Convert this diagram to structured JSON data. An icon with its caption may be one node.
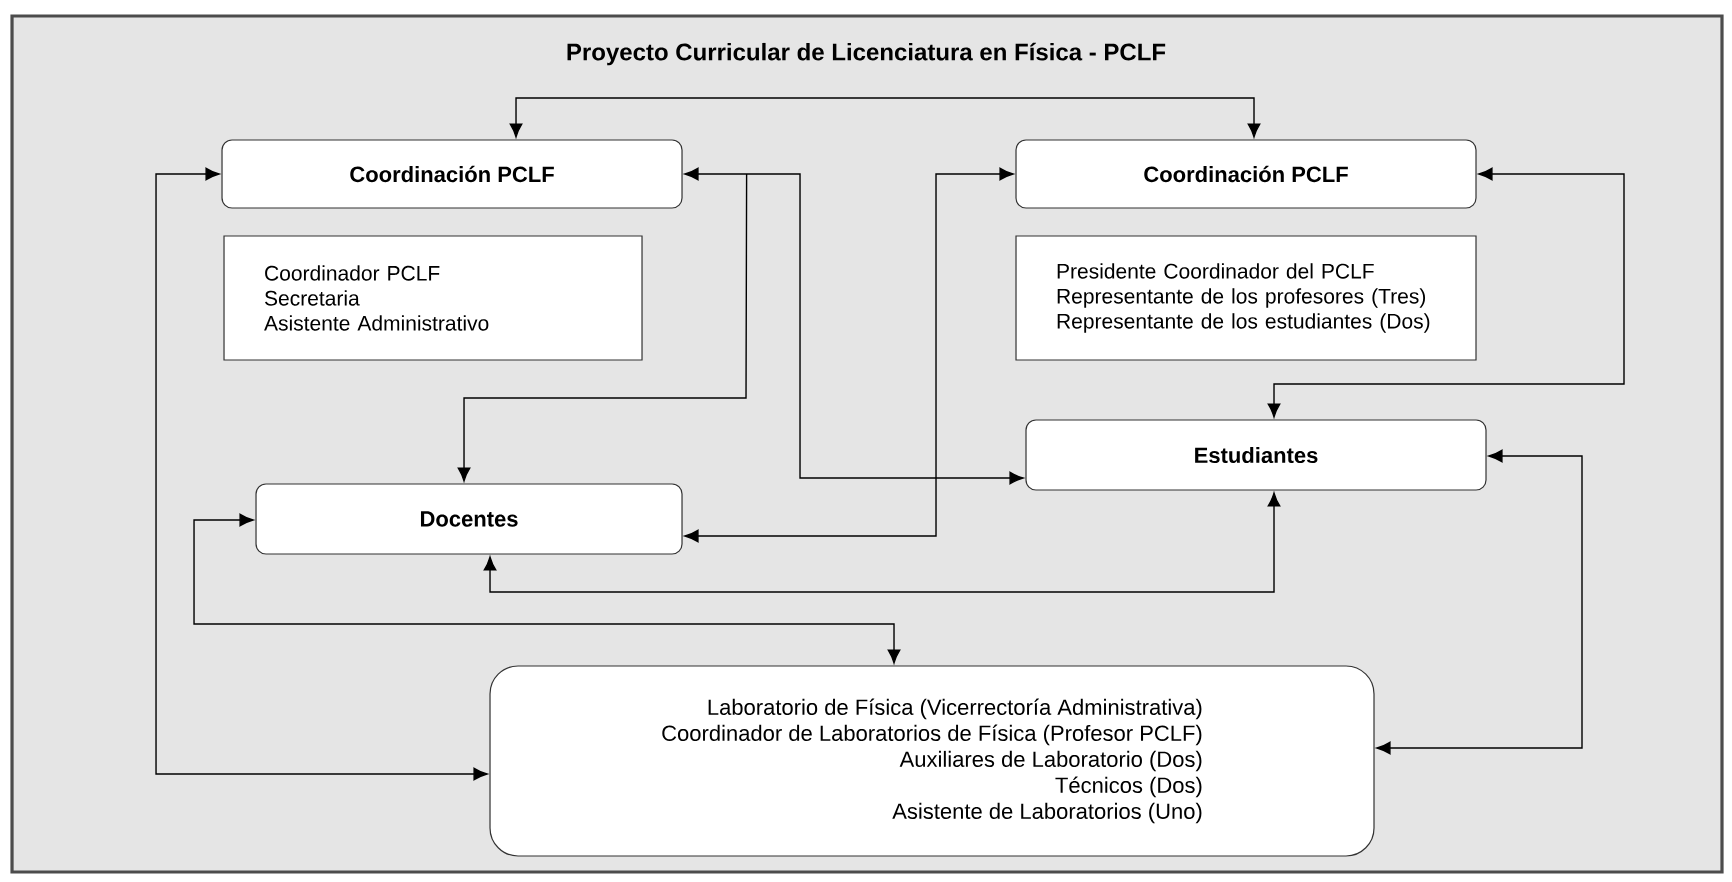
{
  "diagram": {
    "title": "Proyecto Curricular de Licenciatura en Física  -  PCLF",
    "nodes": [
      {
        "text": [
          "Coordinación PCLF"
        ]
      },
      {
        "text": [
          "Coordinador PCLF",
          "Secretaria",
          "Asistente Administrativo"
        ]
      },
      {
        "text": [
          "Coordinación PCLF"
        ]
      },
      {
        "text": [
          "Presidente Coordinador del PCLF",
          "Representante de los profesores (Tres)",
          "Representante de los estudiantes (Dos)"
        ]
      },
      {
        "text": [
          "Estudiantes"
        ]
      },
      {
        "text": [
          "Docentes"
        ]
      },
      {
        "text": [
          "Laboratorio de Física (Vicerrectoría Administrativa)",
          "Coordinador de Laboratorios de Física (Profesor PCLF)",
          "Auxiliares de Laboratorio (Dos)",
          "Técnicos (Dos)",
          "Asistente de Laboratorios (Uno)"
        ]
      }
    ],
    "edges": [
      {
        "from": 0,
        "to": 2,
        "arrow": "both"
      },
      {
        "from": 0,
        "to": 6,
        "arrow": "both"
      },
      {
        "from": 0,
        "to": 5,
        "arrow": "both"
      },
      {
        "from": 0,
        "to": 4,
        "arrow": "both"
      },
      {
        "from": 2,
        "to": 5,
        "arrow": "both"
      },
      {
        "from": 2,
        "to": 4,
        "arrow": "both"
      },
      {
        "from": 5,
        "to": 4,
        "arrow": "both"
      },
      {
        "from": 5,
        "to": 6,
        "arrow": "both"
      },
      {
        "from": 4,
        "to": 6,
        "arrow": "both"
      }
    ]
  }
}
